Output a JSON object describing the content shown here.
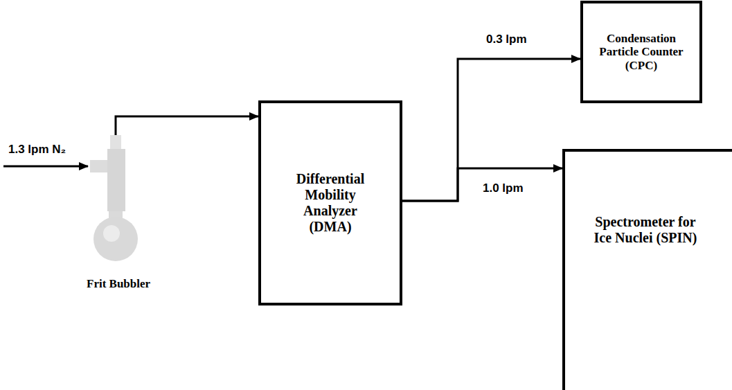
{
  "diagram": {
    "nodes": [
      {
        "text": [
          "Frit Bubbler"
        ]
      },
      {
        "text": [
          "Differential Mobility Analyzer (DMA)"
        ]
      },
      {
        "text": [
          "Condensation Particle Counter (CPC)"
        ]
      },
      {
        "text": [
          "Spectrometer for Ice Nuclei (SPIN)"
        ]
      }
    ],
    "edges": [
      {
        "from": 0,
        "to": 1,
        "arrow": "to"
      },
      {
        "from": 1,
        "to": 2,
        "label": "0.3 lpm",
        "arrow": "to"
      },
      {
        "from": 1,
        "to": 3,
        "label": "1.0 lpm",
        "arrow": "to"
      }
    ],
    "labels": [
      "1.3 lpm N₂"
    ]
  }
}
